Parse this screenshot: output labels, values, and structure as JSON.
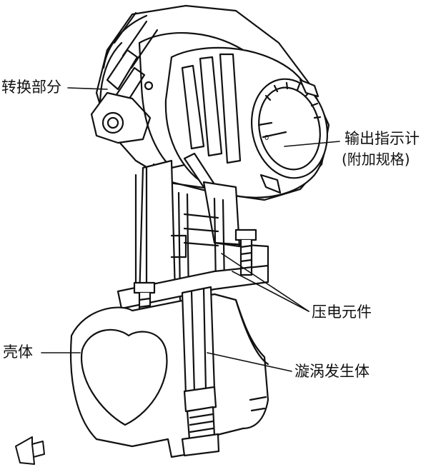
{
  "labels": {
    "converter": "转换部分",
    "indicator_line1": "输出指示计",
    "indicator_line2": "(附加规格)",
    "piezo": "压电元件",
    "shell": "壳体",
    "vortex": "漩涡发生体"
  },
  "colors": {
    "ink": "#111111",
    "paper": "#ffffff"
  },
  "icons": {
    "flow_direction": "flow-arrow-icon"
  }
}
